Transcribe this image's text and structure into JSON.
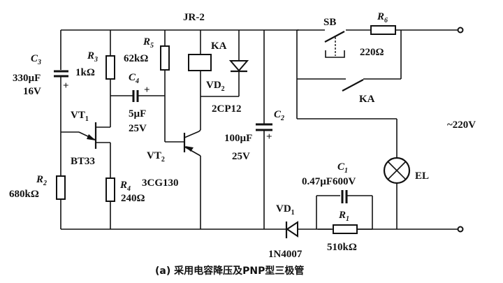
{
  "title": "(a) 采用电容降压及PNP型三极管",
  "supply": {
    "label": "~220V"
  },
  "relay_model": "JR-2",
  "components": {
    "C3": {
      "name": "C",
      "sub": "3",
      "value": "330µF",
      "rating": "16V",
      "polarity": "+"
    },
    "R3": {
      "name": "R",
      "sub": "3",
      "value": "1kΩ"
    },
    "R5": {
      "name": "R",
      "sub": "5",
      "value": "62kΩ"
    },
    "C4": {
      "name": "C",
      "sub": "4",
      "value": "5µF",
      "rating": "25V",
      "polarity": "+"
    },
    "KA_coil": {
      "name": "KA"
    },
    "VD2": {
      "name": "VD",
      "sub": "2",
      "model": "2CP12"
    },
    "VT1": {
      "name": "VT",
      "sub": "1",
      "model": "BT33"
    },
    "VT2": {
      "name": "VT",
      "sub": "2",
      "model": "3CG130"
    },
    "R2": {
      "name": "R",
      "sub": "2",
      "value": "680kΩ"
    },
    "R4": {
      "name": "R",
      "sub": "4",
      "value": "240Ω"
    },
    "C2": {
      "name": "C",
      "sub": "2",
      "value": "100µF",
      "rating": "25V",
      "polarity": "+"
    },
    "SB": {
      "name": "SB"
    },
    "R6": {
      "name": "R",
      "sub": "6",
      "value": "220Ω"
    },
    "KA_contact": {
      "name": "KA"
    },
    "C1": {
      "name": "C",
      "sub": "1",
      "value": "0.47µF600V"
    },
    "R1": {
      "name": "R",
      "sub": "1",
      "value": "510kΩ"
    },
    "VD1": {
      "name": "VD",
      "sub": "1",
      "model": "1N4007"
    },
    "EL": {
      "name": "EL"
    }
  }
}
